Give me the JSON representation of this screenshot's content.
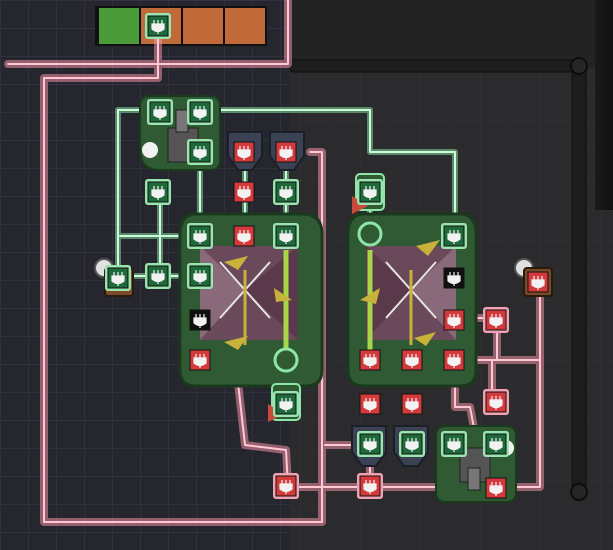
{
  "scene": {
    "title": "",
    "background_color": "#2b2b2d",
    "grid_color": "#34343a",
    "wire_color_green": "#8ee6a6",
    "wire_color_pink": "#ee8fa4",
    "network_green_label": "",
    "network_pink_label": ""
  },
  "palette": {
    "power_bar_green": "#4a9a3a",
    "power_bar_orange": "#c06a3a",
    "port_green": "#4aa06a",
    "port_red": "#c8383a",
    "chamber_frame": "#2f5a34",
    "chamber_fill": "#6a4a5a",
    "gear_color": "#c8b23a"
  },
  "power_bar": {
    "segments": [
      "active",
      "inactive",
      "inactive",
      "inactive"
    ],
    "indicator_icon": "automation-port-icon"
  },
  "buildings": [
    {
      "kind": "logic-gate-and",
      "icon": "and-gate-icon"
    },
    {
      "kind": "pressure-chamber-left",
      "icon": "pressure-chamber-icon"
    },
    {
      "kind": "pressure-chamber-right",
      "icon": "pressure-chamber-icon"
    },
    {
      "kind": "logic-gate-and",
      "icon": "and-gate-icon"
    },
    {
      "kind": "atmo-sensor",
      "icon": "atmo-sensor-icon"
    },
    {
      "kind": "atmo-sensor",
      "icon": "atmo-sensor-icon"
    },
    {
      "kind": "mechanized-airlock",
      "icon": "door-icon"
    }
  ],
  "ports": {
    "green_state": "active",
    "red_state": "inactive",
    "white_state": "unset"
  }
}
